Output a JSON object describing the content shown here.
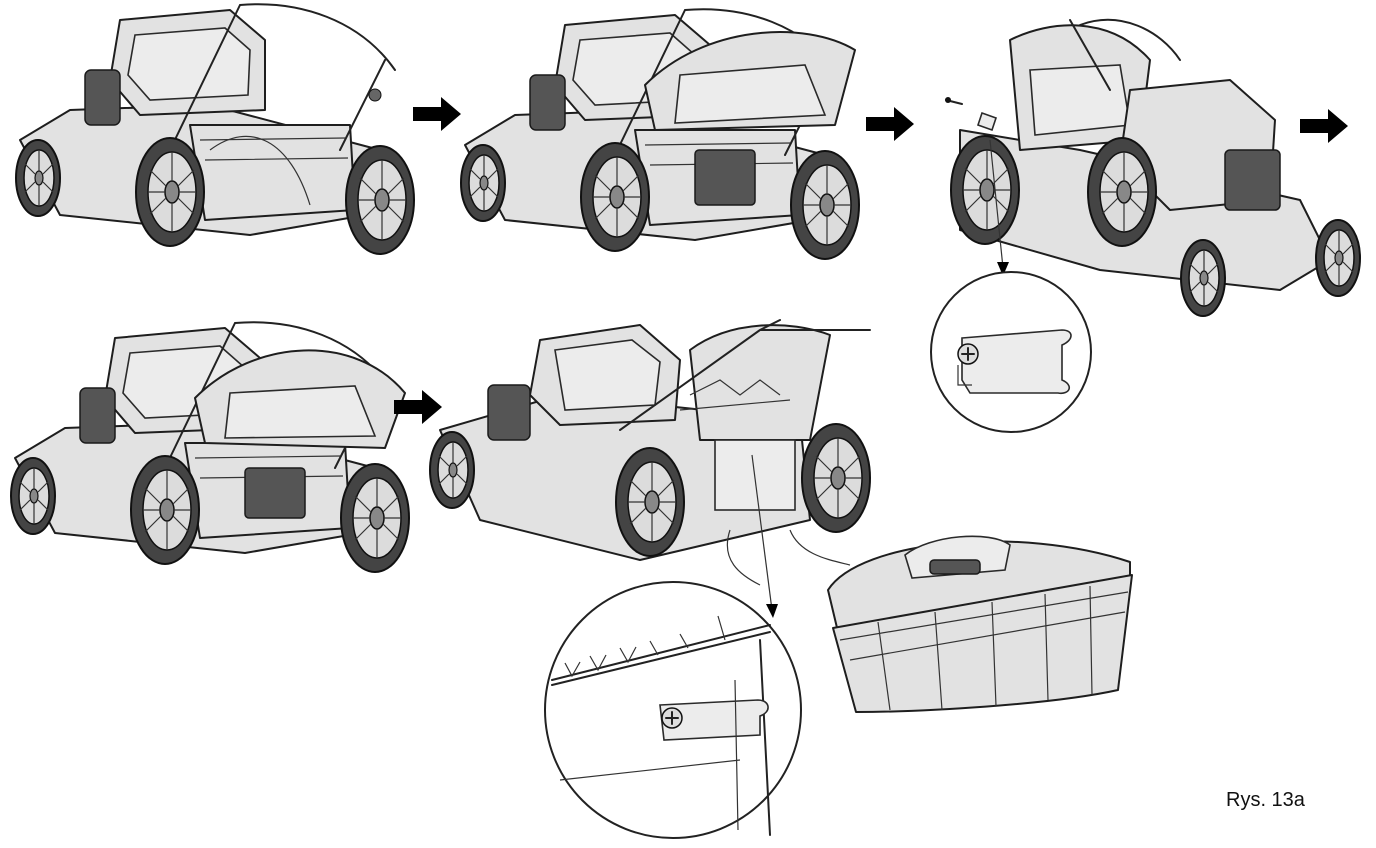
{
  "figure": {
    "caption": "Rys. 13a"
  },
  "illustration": {
    "steps": [
      {
        "name": "step-1-mower-rear-view"
      },
      {
        "name": "step-2-rear-flap-raised"
      },
      {
        "name": "step-3-mower-tilted-clip-removal"
      },
      {
        "name": "step-4-rear-flap-raised"
      },
      {
        "name": "step-5-attach-grass-catcher"
      }
    ],
    "details": [
      {
        "name": "detail-clip-magnified"
      },
      {
        "name": "detail-hook-on-deck-magnified"
      }
    ],
    "parts": [
      "grass-catcher-bag"
    ]
  }
}
